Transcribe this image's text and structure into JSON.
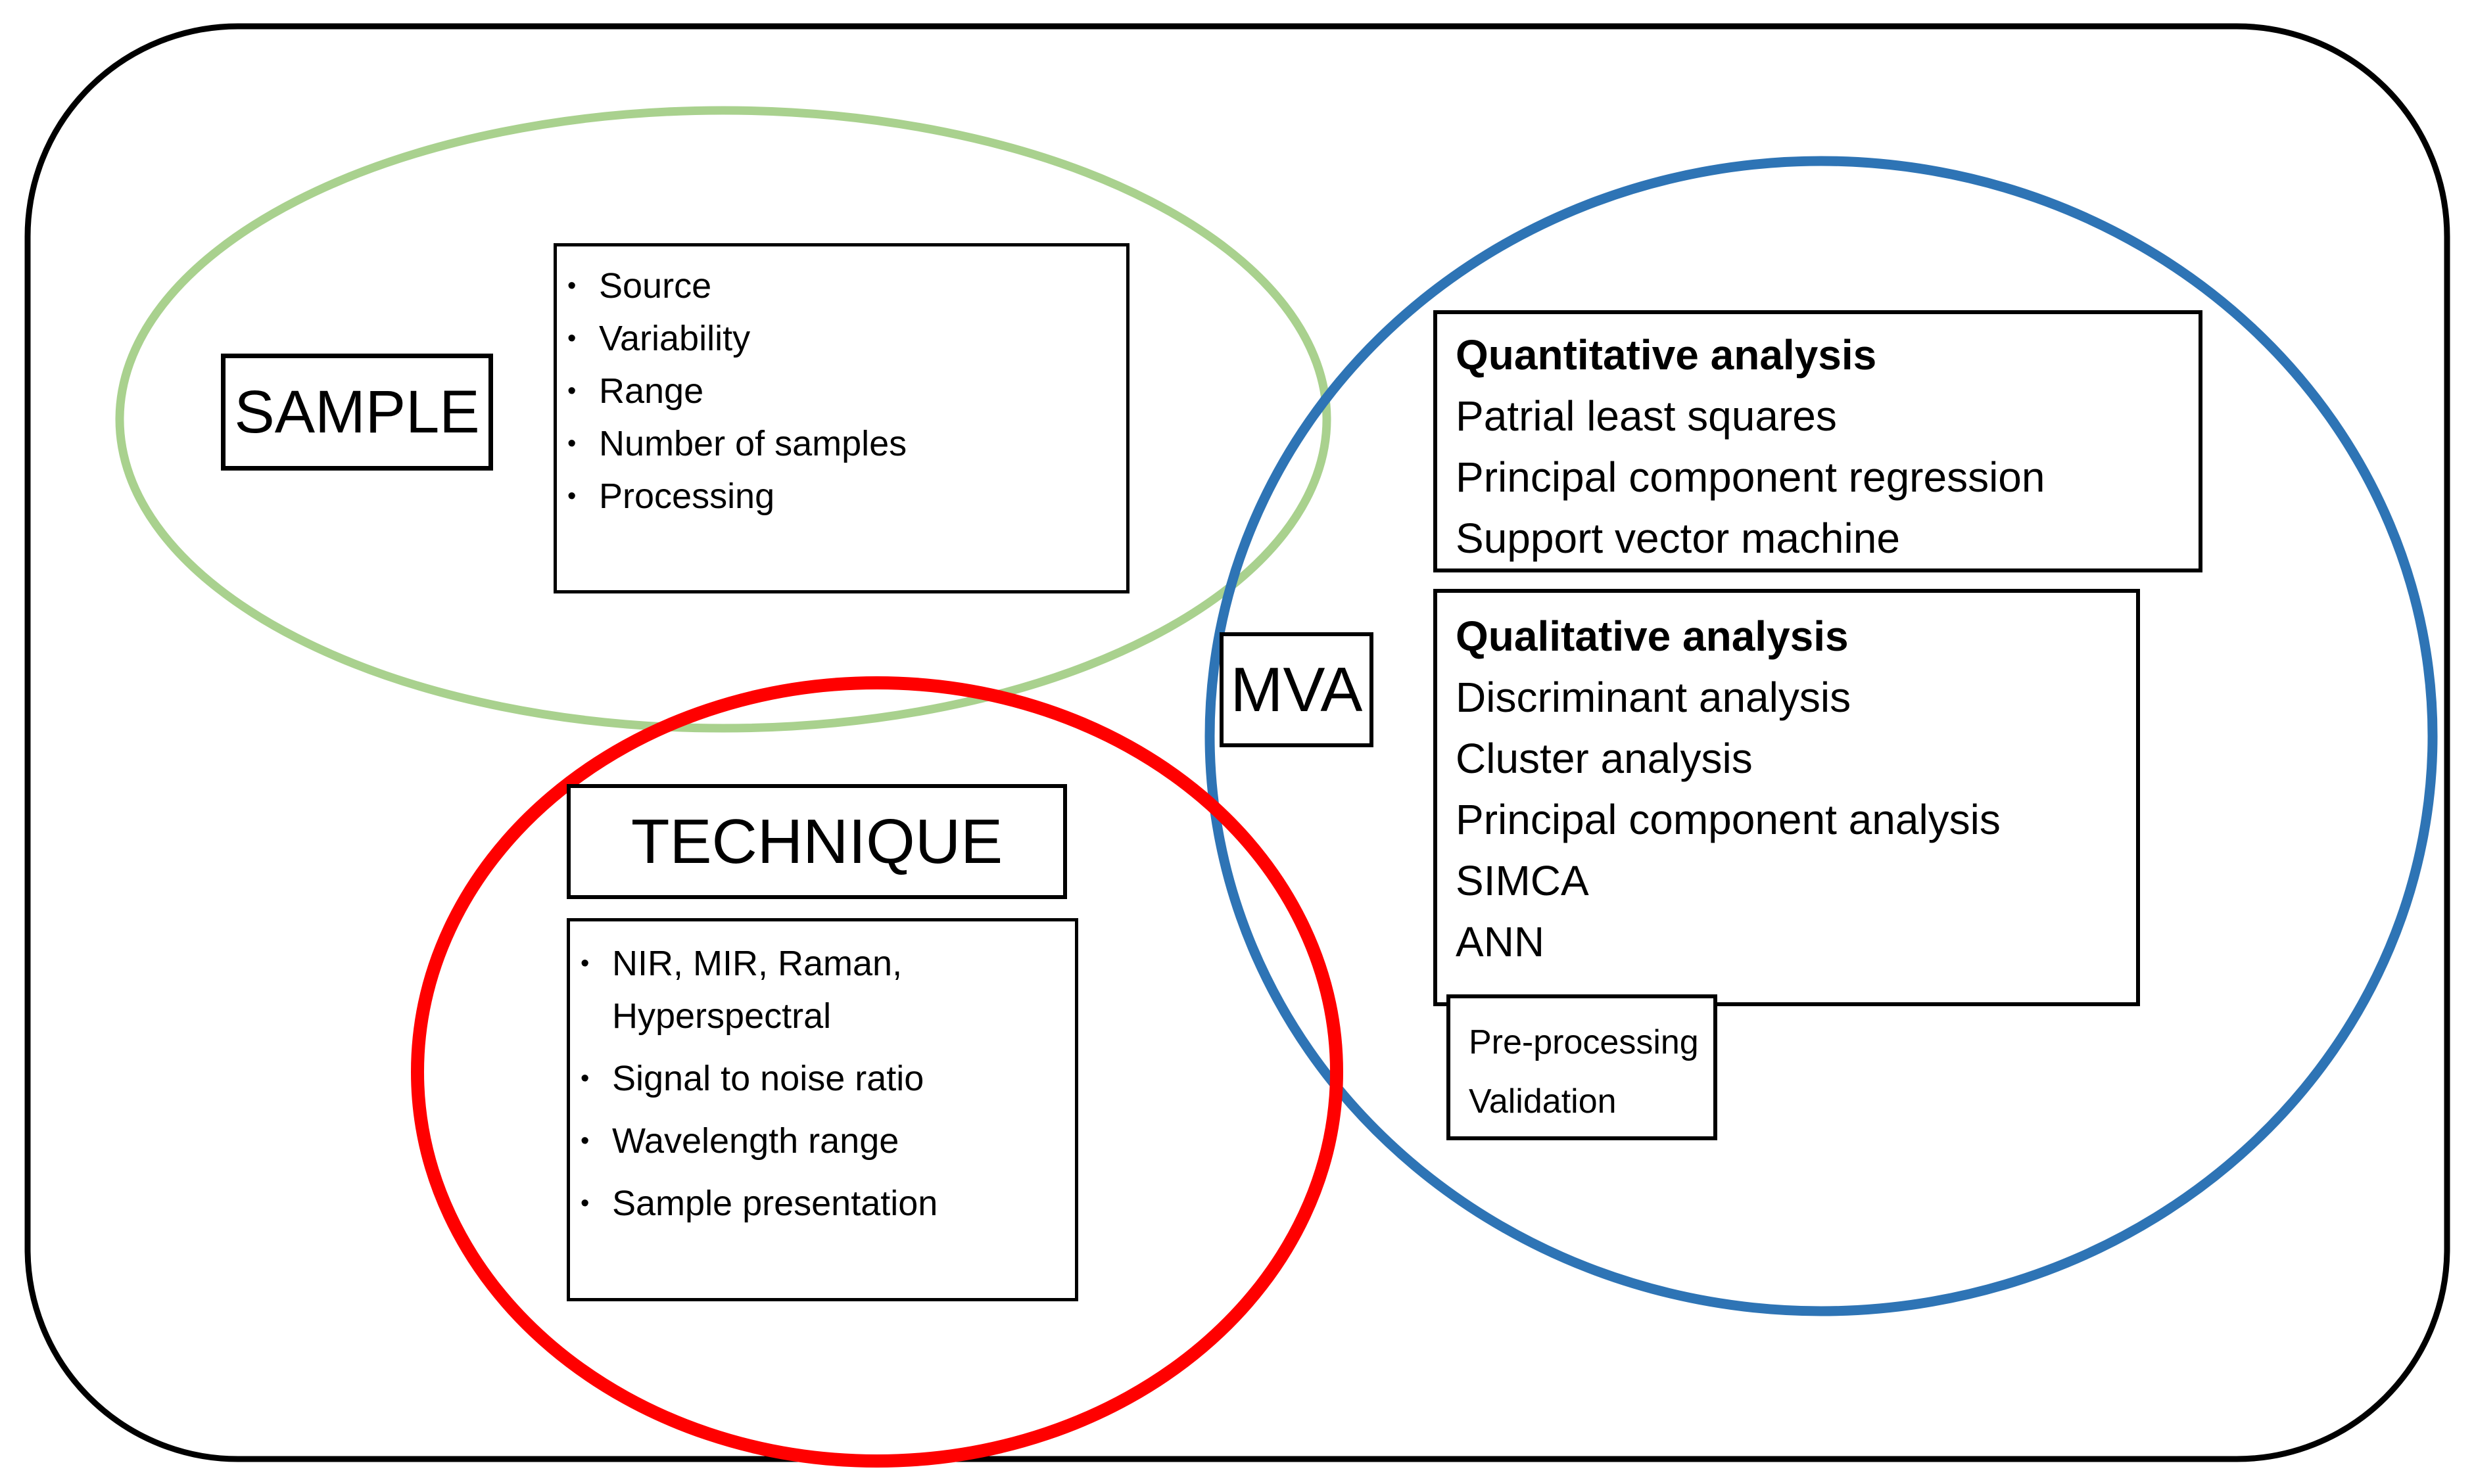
{
  "colors": {
    "background": "#ffffff",
    "outline": "#000000",
    "sample_circle": "#a9d18e",
    "technique_circle": "#ff0000",
    "mva_circle": "#2e74b5",
    "box_border": "#000000",
    "text": "#000000"
  },
  "icons": {
    "bullet": "•"
  },
  "sample": {
    "label": "SAMPLE",
    "items": [
      "Source",
      "Variability",
      "Range",
      "Number of samples",
      "Processing"
    ]
  },
  "technique": {
    "label": "TECHNIQUE",
    "items": [
      "NIR, MIR, Raman, Hyperspectral",
      "Signal to noise ratio",
      "Wavelength range",
      "Sample presentation"
    ]
  },
  "mva": {
    "label": "MVA",
    "quantitative": {
      "title": "Quantitative analysis",
      "items": [
        "Patrial least squares",
        "Principal component regression",
        "Support vector machine"
      ]
    },
    "qualitative": {
      "title": "Qualitative analysis",
      "items": [
        "Discriminant analysis",
        "Cluster analysis",
        "Principal component analysis",
        "SIMCA",
        "ANN"
      ]
    },
    "methods": {
      "items": [
        "Pre-processing",
        "Validation"
      ]
    }
  }
}
